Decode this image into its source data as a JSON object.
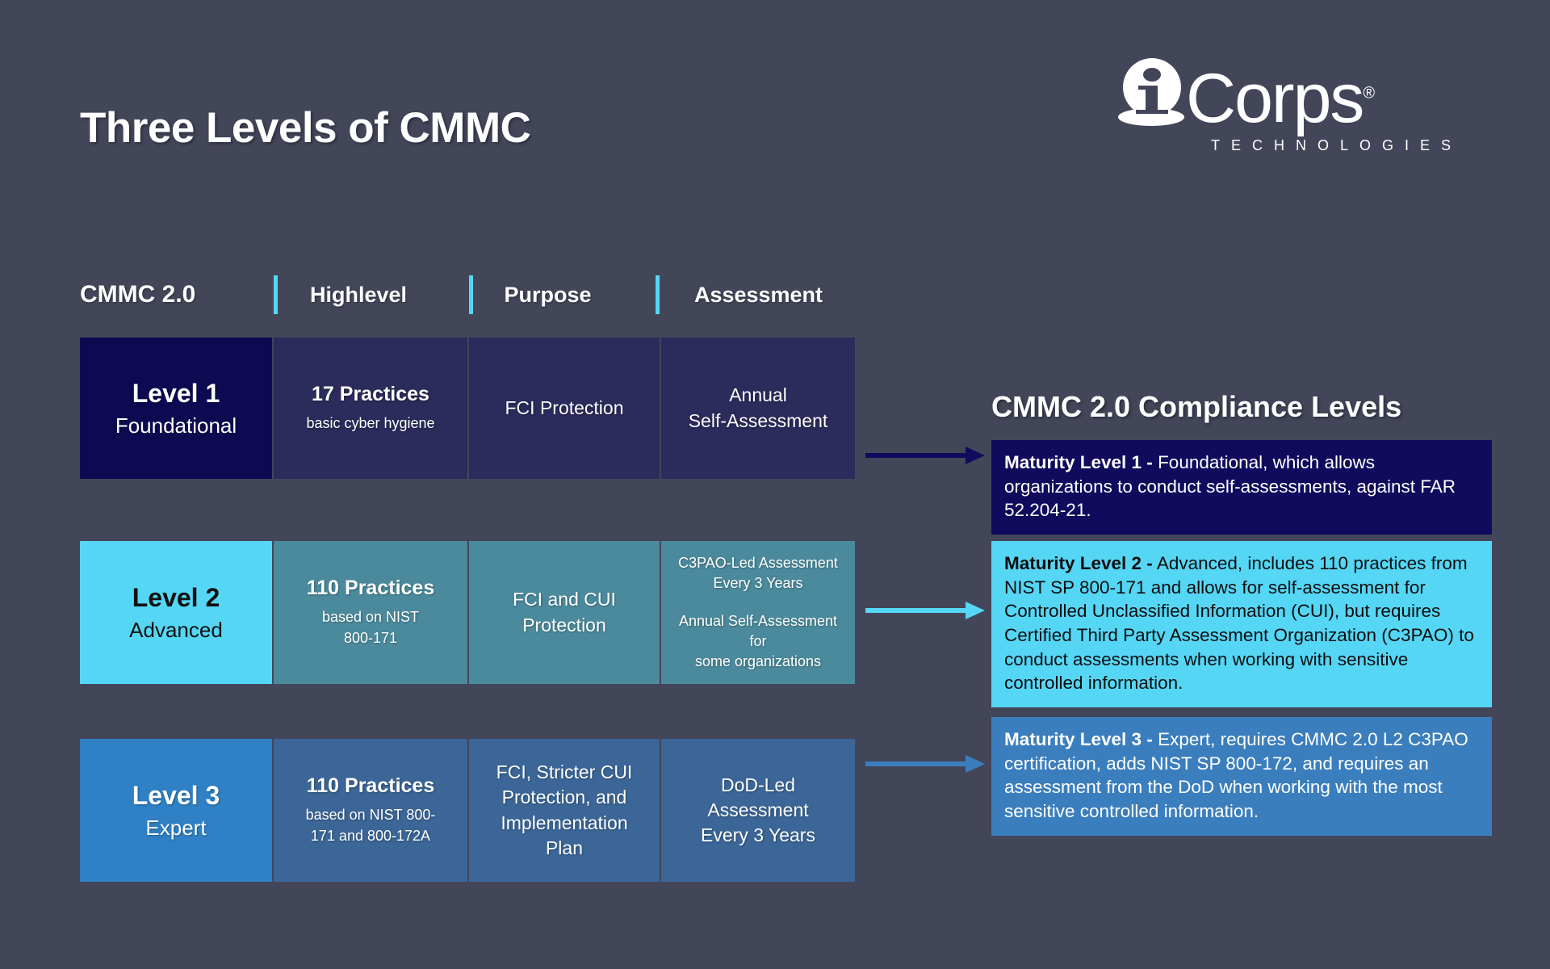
{
  "page": {
    "title": "Three Levels of CMMC",
    "background_color": "#434659"
  },
  "logo": {
    "mark_icon": "icorps-i-globe-icon",
    "wordmark": "Corps",
    "registered_mark": "®",
    "tagline": "TECHNOLOGIES"
  },
  "matrix": {
    "headers": [
      {
        "label": "CMMC 2.0"
      },
      {
        "label": "Highlevel"
      },
      {
        "label": "Purpose"
      },
      {
        "label": "Assessment"
      }
    ],
    "divider_color": "#55d6f5",
    "rows": [
      {
        "level_title": "Level 1",
        "level_subtitle": "Foundational",
        "practices_main": "17 Practices",
        "practices_sub": "basic cyber hygiene",
        "purpose": "FCI Protection",
        "assessment_primary": "Annual\nSelf-Assessment",
        "assessment_secondary": "",
        "accent_color": "#0d0a52",
        "body_color": "#2b2b5c",
        "arrow_color": "#110b5e"
      },
      {
        "level_title": "Level 2",
        "level_subtitle": "Advanced",
        "practices_main": "110 Practices",
        "practices_sub": "based on NIST\n800-171",
        "purpose": "FCI and CUI\nProtection",
        "assessment_primary": "C3PAO-Led Assessment\nEvery 3 Years",
        "assessment_secondary": "Annual Self-Assessment for\nsome organizations",
        "accent_color": "#55d6f5",
        "body_color": "#4b8a9c",
        "arrow_color": "#55d6f5"
      },
      {
        "level_title": "Level 3",
        "level_subtitle": "Expert",
        "practices_main": "110 Practices",
        "practices_sub": "based on NIST 800-\n171 and 800-172A",
        "purpose": "FCI, Stricter CUI\nProtection, and\nImplementation\nPlan",
        "assessment_primary": "DoD-Led\nAssessment\nEvery 3 Years",
        "assessment_secondary": "",
        "accent_color": "#2f80c4",
        "body_color": "#3b6697",
        "arrow_color": "#3b7ebd"
      }
    ]
  },
  "compliance": {
    "title": "CMMC 2.0 Compliance Levels",
    "boxes": [
      {
        "heading": "Maturity Level 1 -",
        "body": " Foundational, which allows organizations to conduct self-assessments, against FAR 52.204-21.",
        "background_color": "#110b5e",
        "text_color": "#ffffff"
      },
      {
        "heading": "Maturity Level 2 -",
        "body": " Advanced, includes 110 practices from NIST SP 800-171 and allows for self-assessment for Controlled Unclassified Information (CUI), but requires Certified Third Party Assessment Organization (C3PAO) to conduct assessments when working with sensitive controlled information.",
        "background_color": "#55d6f5",
        "text_color": "#0d0d0d"
      },
      {
        "heading": "Maturity Level 3 -",
        "body": " Expert, requires CMMC 2.0 L2 C3PAO certification, adds NIST SP 800-172, and requires an assessment from the DoD when working with the most sensitive controlled information.",
        "background_color": "#3b7ebd",
        "text_color": "#ffffff"
      }
    ]
  }
}
